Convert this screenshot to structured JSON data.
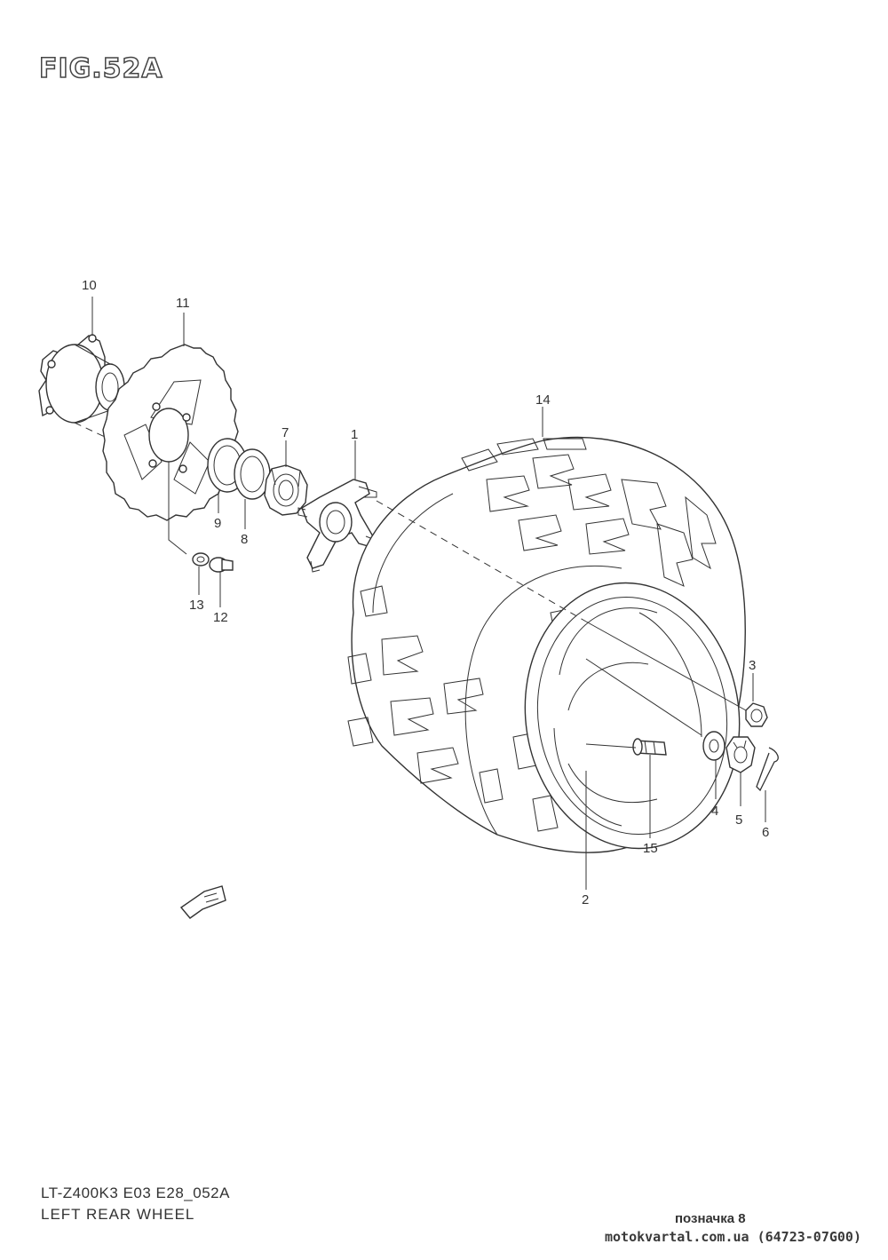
{
  "figure": {
    "title": "FIG.52A",
    "model_code": "LT-Z400K3 E03 E28_052A",
    "caption": "LEFT REAR WHEEL"
  },
  "callouts": {
    "c1": "1",
    "c2": "2",
    "c3": "3",
    "c4": "4",
    "c5": "5",
    "c6": "6",
    "c7": "7",
    "c8": "8",
    "c9": "9",
    "c10": "10",
    "c11": "11",
    "c12": "12",
    "c13": "13",
    "c14": "14",
    "c15": "15"
  },
  "footer": {
    "badge": "позначка 8",
    "site": "motokvartal.com.ua (64723-07G00)"
  },
  "colors": {
    "line": "#333333",
    "background": "#ffffff"
  }
}
